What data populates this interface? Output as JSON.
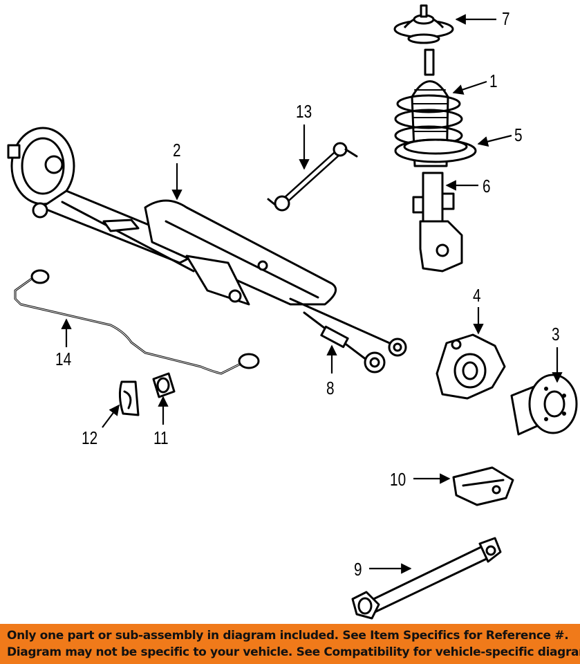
{
  "callouts": {
    "c1": "1",
    "c2": "2",
    "c3": "3",
    "c4": "4",
    "c5": "5",
    "c6": "6",
    "c7": "7",
    "c8": "8",
    "c9": "9",
    "c10": "10",
    "c11": "11",
    "c12": "12",
    "c13": "13",
    "c14": "14"
  },
  "banner": {
    "line1": "Only one part or sub-assembly in diagram included. See Item Specifics for Reference #.",
    "line2": "Diagram may not be specific to your vehicle. See Compatibility for vehicle-specific diagrams.",
    "background": "#f07a1a",
    "text_color": "#111111"
  }
}
